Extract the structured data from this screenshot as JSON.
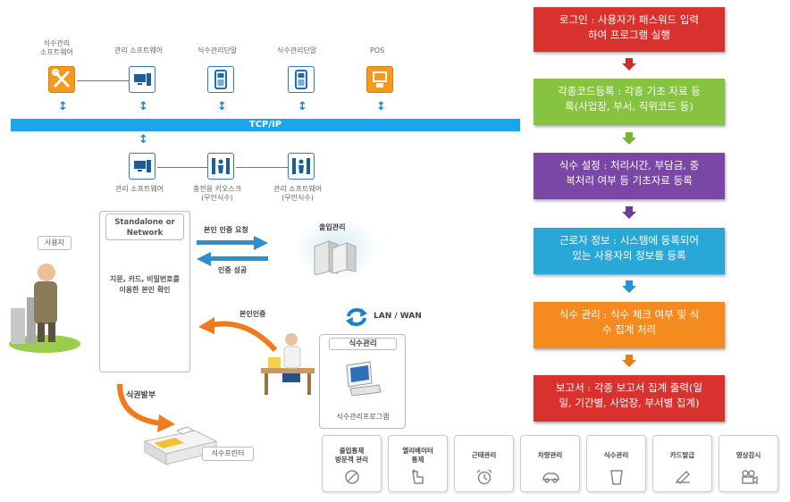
{
  "network": {
    "top_devices": [
      {
        "label": "식수관리\n소프트웨어",
        "icon": "tools-icon"
      },
      {
        "label": "관리 소프트웨어",
        "icon": "computer-icon"
      },
      {
        "label": "식수관리단말",
        "icon": "terminal-icon"
      },
      {
        "label": "식수관리단말",
        "icon": "terminal-icon"
      },
      {
        "label": "POS",
        "icon": "pos-icon"
      }
    ],
    "bus_label": "TCP/IP",
    "bottom_devices": [
      {
        "label": "관리 소프트웨어",
        "icon": "computer-icon"
      },
      {
        "label": "충전용 키오스크\n(무인식수)",
        "icon": "kiosk-icon"
      },
      {
        "label": "관리 소프트웨어\n(무인식수)",
        "icon": "kiosk-icon"
      }
    ]
  },
  "auth_flow": {
    "user_label": "사용자",
    "standalone_title": "Standalone or\nNetwork",
    "standalone_desc": "지문, 카드, 비밀번호를\n이용한 본인 확인",
    "request_label": "본인 인증 요청",
    "success_label": "인증 성공",
    "access_label": "출입관리",
    "self_auth_label": "본인인증",
    "lan_label": "LAN / WAN",
    "meal_label": "식수관리",
    "meal_program_label": "식수관리프로그램",
    "ticket_label": "식권발부",
    "printer_label": "식수프린터"
  },
  "process_steps": [
    {
      "text": "로그인 : 사용자가 패스워드 입력\n하여 프로그램 실행",
      "color": "#d9312e",
      "arrow_color": "#c9302c"
    },
    {
      "text": "각종코드등록 : 각종 기초 자료 등\n록(사업장, 부서, 직위코드 등)",
      "color": "#86c440",
      "arrow_color": "#7ab536"
    },
    {
      "text": "식수 설정 : 처리시간, 부담금, 중\n복처리 여부 등 기초자료 등록",
      "color": "#7a47a6",
      "arrow_color": "#6c3d99"
    },
    {
      "text": "근로자 정보 : 시스템에 등록되어\n있는 사용자의 정보를 등록",
      "color": "#29a8d8",
      "arrow_color": "#2598c9"
    },
    {
      "text": "식수 관리 : 식수 체크 여부 및 식\n수 집계 처리",
      "color": "#f58a1f",
      "arrow_color": "#e67e17"
    },
    {
      "text": "보고서 : 각종 보고서 집계 출력(일\n일, 기간별, 사업장, 부서별 집계)",
      "color": "#d9312e",
      "arrow_color": null
    }
  ],
  "modules": [
    {
      "label": "출입통제\n방문객 관리",
      "icon": "no-entry-icon"
    },
    {
      "label": "엘리베이터\n통제",
      "icon": "elevator-icon"
    },
    {
      "label": "근태관리",
      "icon": "alarm-clock-icon"
    },
    {
      "label": "차량관리",
      "icon": "car-icon"
    },
    {
      "label": "식수관리",
      "icon": "cup-icon"
    },
    {
      "label": "카드발급",
      "icon": "card-pen-icon"
    },
    {
      "label": "영상감시",
      "icon": "camera-icon"
    }
  ]
}
